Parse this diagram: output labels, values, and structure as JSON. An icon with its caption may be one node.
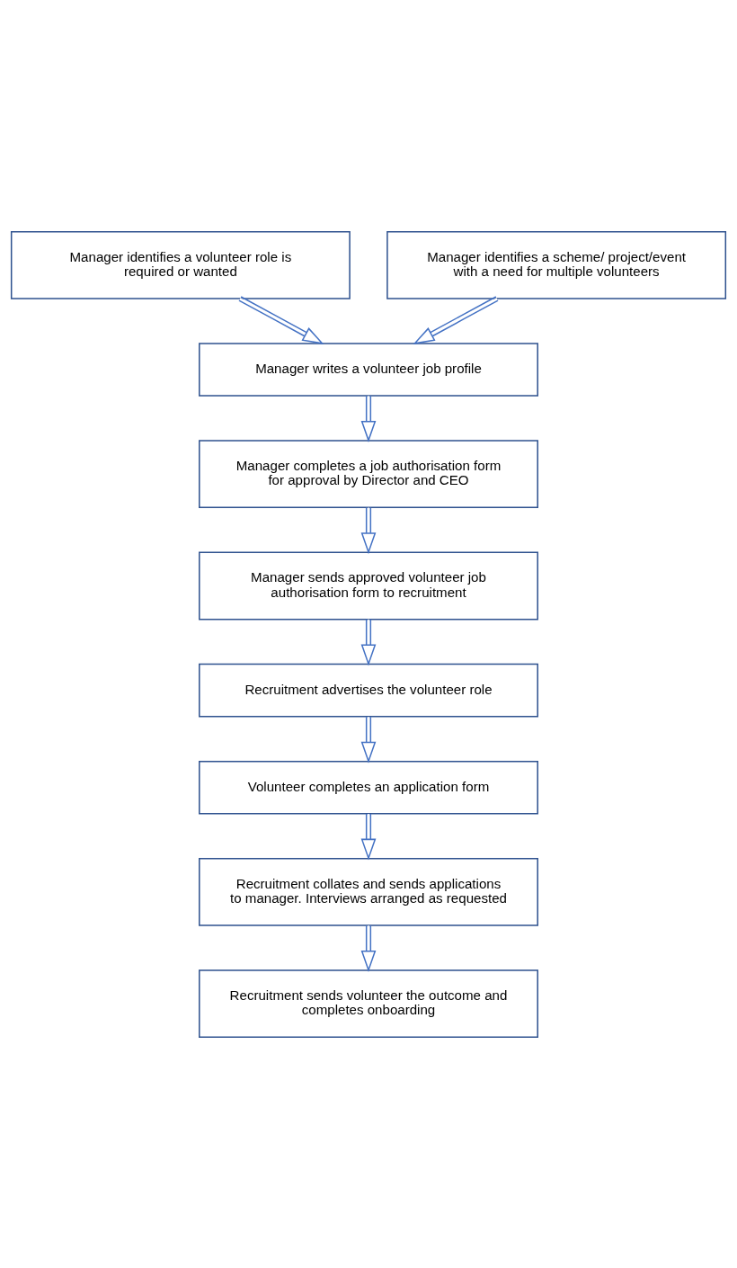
{
  "diagram": {
    "nodes": [
      {
        "text": [
          "Manager identifies a volunteer role is required or wanted"
        ]
      },
      {
        "text": [
          "Manager identifies a scheme/ project/event with a need for multiple volunteers"
        ]
      },
      {
        "text": [
          "Manager writes a volunteer job profile"
        ]
      },
      {
        "text": [
          "Manager completes a job authorisation form for approval by Director and CEO"
        ]
      },
      {
        "text": [
          "Manager sends approved volunteer job authorisation form to recruitment"
        ]
      },
      {
        "text": [
          "Recruitment advertises the volunteer role"
        ]
      },
      {
        "text": [
          "Volunteer completes an application form"
        ]
      },
      {
        "text": [
          "Recruitment collates and sends applications to manager. Interviews arranged as requested"
        ]
      },
      {
        "text": [
          "Recruitment sends volunteer the outcome and completes onboarding"
        ]
      }
    ],
    "edges": [
      {
        "from": 0,
        "to": 2,
        "arrow": "to"
      },
      {
        "from": 1,
        "to": 2,
        "arrow": "to"
      },
      {
        "from": 2,
        "to": 3,
        "arrow": "to"
      },
      {
        "from": 3,
        "to": 4,
        "arrow": "to"
      },
      {
        "from": 4,
        "to": 5,
        "arrow": "to"
      },
      {
        "from": 5,
        "to": 6,
        "arrow": "to"
      },
      {
        "from": 6,
        "to": 7,
        "arrow": "to"
      },
      {
        "from": 7,
        "to": 8,
        "arrow": "to"
      }
    ]
  }
}
